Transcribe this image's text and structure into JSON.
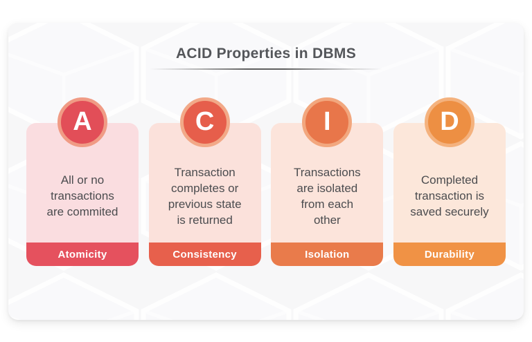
{
  "title": "ACID Properties in DBMS",
  "colors": {
    "panel_bg": "#f7f7f8",
    "title_color": "#54565a",
    "text_color": "#4b4c4f"
  },
  "cards": [
    {
      "letter": "A",
      "description": "All or no\ntransactions\nare commited",
      "label": "Atomicity",
      "badge_color": "#e24e58",
      "ring_color": "#f09b85",
      "body_color": "#fadde0",
      "footer_color": "#e5515e"
    },
    {
      "letter": "C",
      "description": "Transaction\ncompletes or\nprevious state\nis returned",
      "label": "Consistency",
      "badge_color": "#e65e4b",
      "ring_color": "#f2a988",
      "body_color": "#fbe1db",
      "footer_color": "#e7604c"
    },
    {
      "letter": "I",
      "description": "Transactions\nare isolated\nfrom each\nother",
      "label": "Isolation",
      "badge_color": "#e8764a",
      "ring_color": "#f2a77e",
      "body_color": "#fce4db",
      "footer_color": "#e97b4b"
    },
    {
      "letter": "D",
      "description": "Completed\ntransaction is\nsaved securely",
      "label": "Durability",
      "badge_color": "#ed8f43",
      "ring_color": "#f4b27e",
      "body_color": "#fce7da",
      "footer_color": "#f09245"
    }
  ]
}
